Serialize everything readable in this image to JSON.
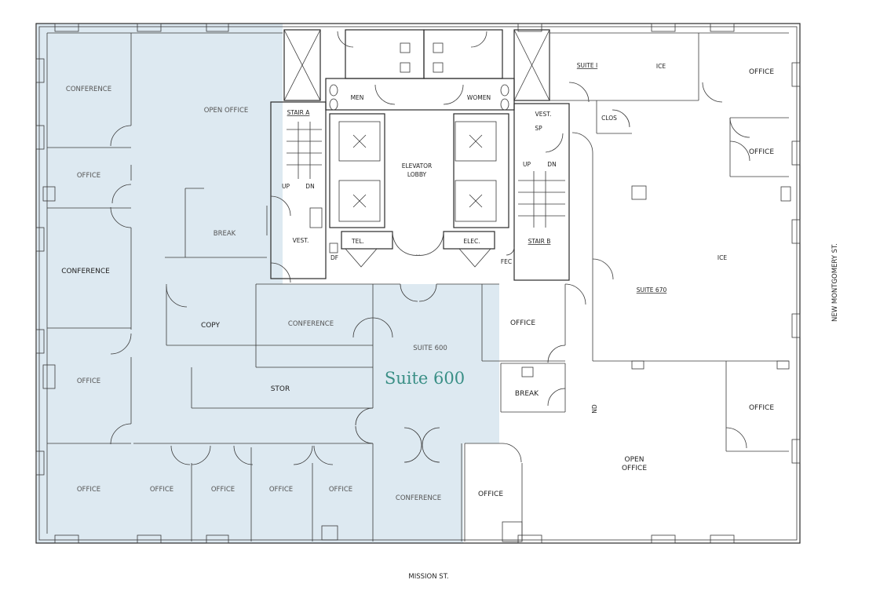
{
  "streets": {
    "south": "MISSION ST.",
    "east": "NEW MONTGOMERY ST."
  },
  "highlight": {
    "label": "Suite 600",
    "fill_color": "#dde9f1",
    "label_color": "#3a8f86"
  },
  "rooms": {
    "conference_nw": "CONFERENCE",
    "open_office_n": "OPEN OFFICE",
    "office_w1": "OFFICE",
    "break_w": "BREAK",
    "conference_w": "CONFERENCE",
    "copy": "COPY",
    "conference_c": "CONFERENCE",
    "suite_600_small": "SUITE 600",
    "office_w2": "OFFICE",
    "stor": "STOR",
    "office_sw": "OFFICE",
    "office_s1": "OFFICE",
    "office_s2": "OFFICE",
    "office_s3": "OFFICE",
    "office_s4": "OFFICE",
    "conference_s": "CONFERENCE",
    "stair_a": "STAIR A",
    "up_a": "UP",
    "dn_a": "DN",
    "vest_a": "VEST.",
    "men": "MEN",
    "women": "WOMEN",
    "elevator_lobby_1": "ELEVATOR",
    "elevator_lobby_2": "LOBBY",
    "tel": "TEL.",
    "df": "DF",
    "elec": "ELEC.",
    "fec": "FEC",
    "vest_b": "VEST.",
    "sp": "SP",
    "up_b": "UP",
    "dn_b": "DN",
    "stair_b": "STAIR B",
    "suite_i": "SUITE I",
    "ice_ne": "ICE",
    "office_ne1": "OFFICE",
    "clos": "CLOS",
    "office_ne2": "OFFICE",
    "ice_e": "ICE",
    "suite_670": "SUITE 670",
    "office_c": "OFFICE",
    "break_e": "BREAK",
    "nd": "ND",
    "office_e": "OFFICE",
    "open_office_se_1": "OPEN",
    "open_office_se_2": "OFFICE",
    "office_s5": "OFFICE"
  }
}
